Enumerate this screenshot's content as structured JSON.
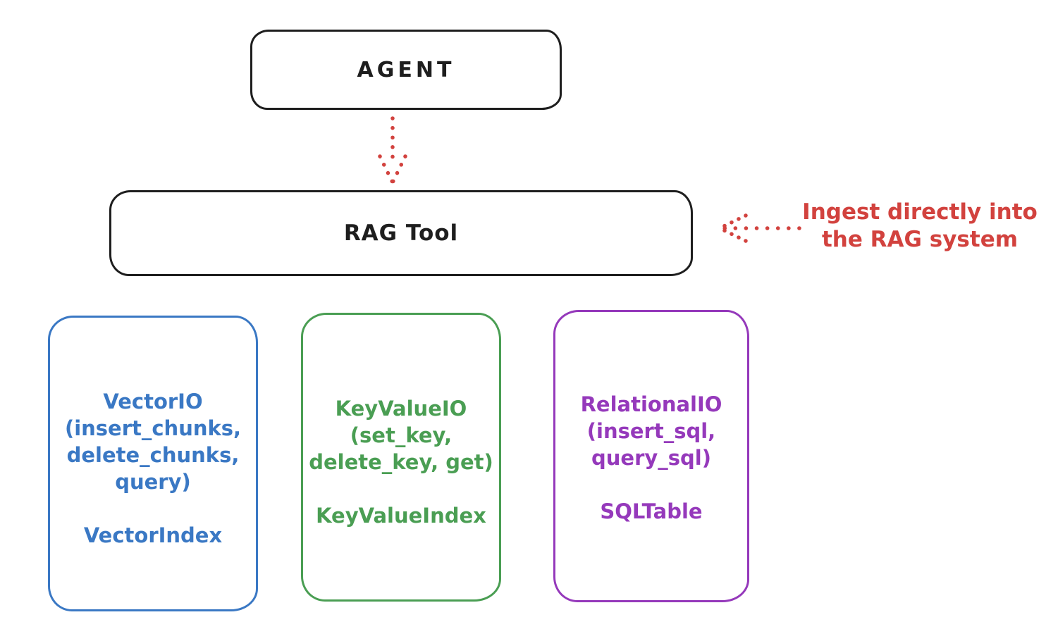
{
  "colors": {
    "background": "#ffffff",
    "ink": "#1e1e1e",
    "red": "#d2423e",
    "blue": "#3a78c4",
    "green": "#4a9e53",
    "purple": "#9539bb"
  },
  "agent": {
    "label": "AGENT"
  },
  "rag_tool": {
    "label": "RAG Tool"
  },
  "annotation": {
    "line1": "Ingest directly into",
    "line2": "the RAG system"
  },
  "arrows": [
    {
      "name": "agent-to-rag-arrow",
      "style": "dotted",
      "direction": "down"
    },
    {
      "name": "ingest-annotation-arrow",
      "style": "dotted",
      "direction": "left"
    }
  ],
  "storage_nodes": [
    {
      "title": "VectorIO",
      "params": [
        "(insert_chunks,",
        "delete_chunks,",
        "query)"
      ],
      "index": "VectorIndex",
      "color": "#3a78c4"
    },
    {
      "title": "KeyValueIO",
      "params": [
        "(set_key,",
        "delete_key, get)"
      ],
      "index": "KeyValueIndex",
      "color": "#4a9e53"
    },
    {
      "title": "RelationalIO",
      "params": [
        "(insert_sql,",
        "query_sql)"
      ],
      "index": "SQLTable",
      "color": "#9539bb"
    }
  ]
}
